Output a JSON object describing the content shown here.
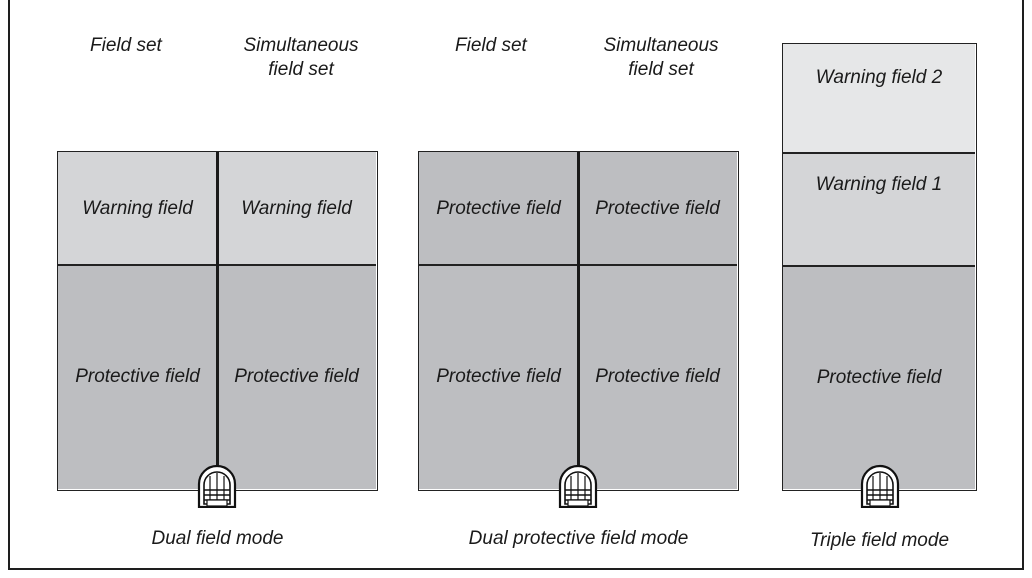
{
  "colors": {
    "protective": "#bdbec1",
    "warning": "#d4d5d7",
    "warning2": "#e6e7e8",
    "border": "#222222"
  },
  "panel1": {
    "header_left": "Field set",
    "header_right_line1": "Simultaneous",
    "header_right_line2": "field set",
    "left_top": "Warning field",
    "right_top": "Warning field",
    "left_bottom": "Protective field",
    "right_bottom": "Protective field",
    "caption": "Dual field mode"
  },
  "panel2": {
    "header_left": "Field set",
    "header_right_line1": "Simultaneous",
    "header_right_line2": "field set",
    "left_top": "Protective field",
    "right_top": "Protective field",
    "left_bottom": "Protective field",
    "right_bottom": "Protective field",
    "caption": "Dual protective field mode"
  },
  "panel3": {
    "top": "Warning field 2",
    "middle": "Warning field 1",
    "bottom": "Protective field",
    "caption": "Triple field mode"
  },
  "icons": [
    "scanner-icon"
  ]
}
